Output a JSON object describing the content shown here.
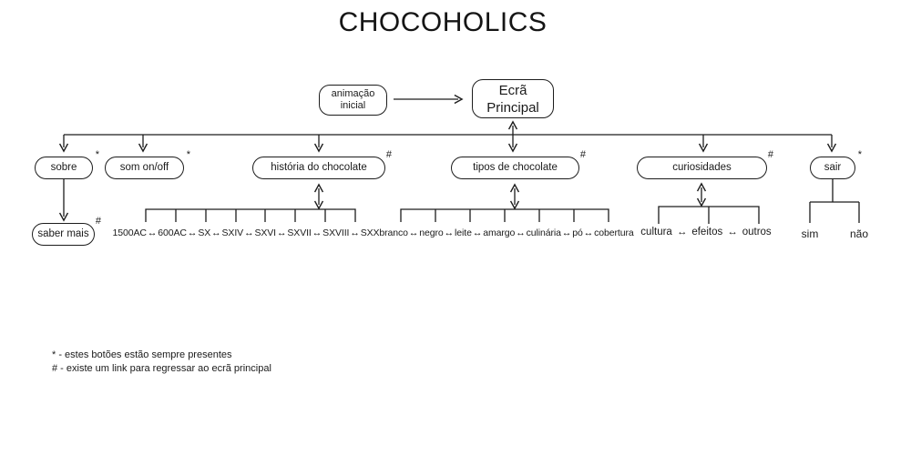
{
  "title": "CHOCOHOLICS",
  "nodes": {
    "intro": {
      "line1": "animação",
      "line2": "inicial"
    },
    "main": {
      "line1": "Ecrã",
      "line2": "Principal"
    },
    "sobre": {
      "label": "sobre",
      "marker": "*"
    },
    "som": {
      "label": "som on/off",
      "marker": "*"
    },
    "historia": {
      "label": "história do chocolate",
      "marker": "#"
    },
    "tipos": {
      "label": "tipos de chocolate",
      "marker": "#"
    },
    "curiosidades": {
      "label": "curiosidades",
      "marker": "#"
    },
    "sair": {
      "label": "sair",
      "marker": "*"
    },
    "saber_mais": {
      "label": "saber mais",
      "marker": "#"
    }
  },
  "lists": {
    "separator": "↔",
    "historia": [
      "1500AC",
      "600AC",
      "SX",
      "SXIV",
      "SXVI",
      "SXVII",
      "SXVIII",
      "SXX"
    ],
    "tipos": [
      "branco",
      "negro",
      "leite",
      "amargo",
      "culinária",
      "pó",
      "cobertura"
    ],
    "curiosidades": [
      "cultura",
      "efeitos",
      "outros"
    ]
  },
  "exit": {
    "yes": "sim",
    "no": "não"
  },
  "footnotes": {
    "line1": "* - estes botões estão sempre presentes",
    "line2": "# - existe um link para regressar ao ecrã principal"
  },
  "colors": {
    "line": "#1c1c1c",
    "text": "#1a1a1a",
    "background": "#ffffff"
  }
}
